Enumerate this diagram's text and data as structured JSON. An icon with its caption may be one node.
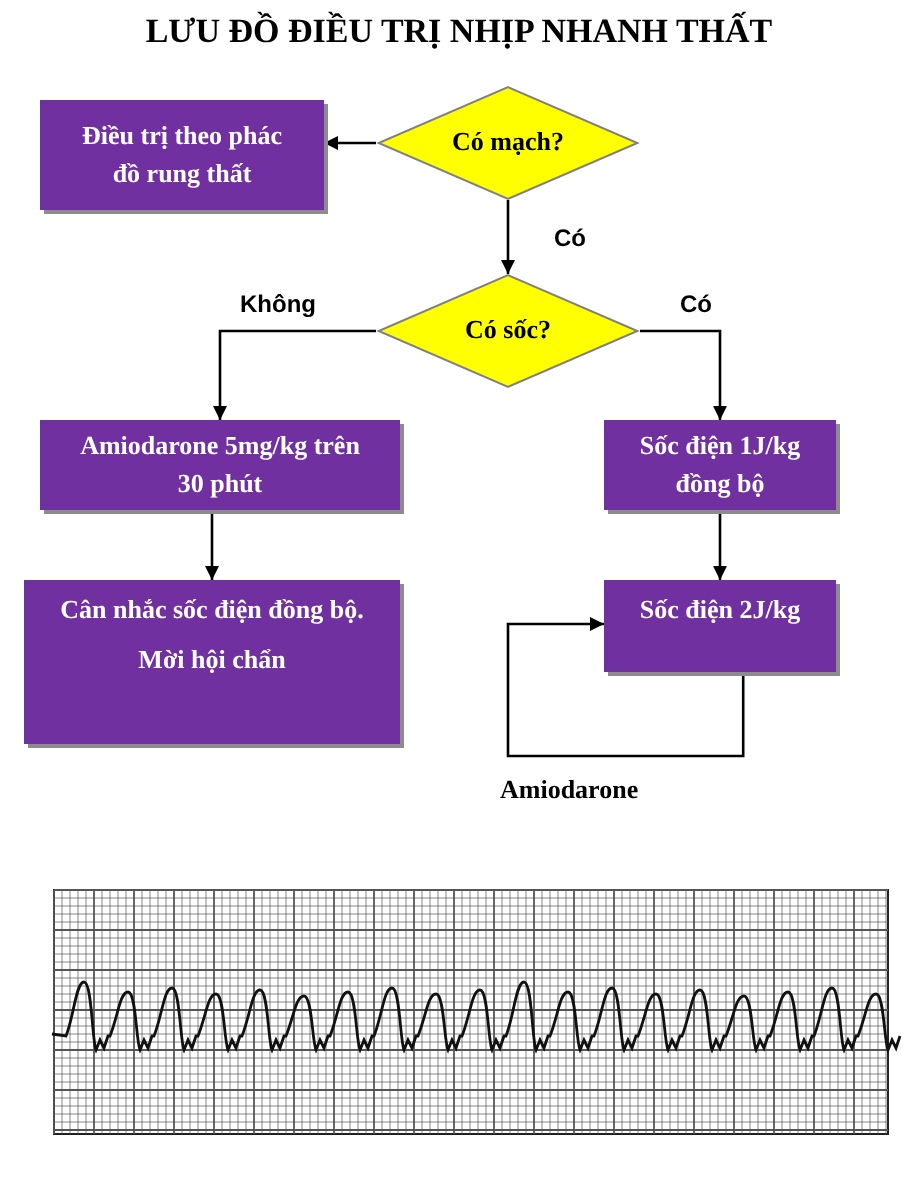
{
  "diagram": {
    "title": "LƯU ĐỒ ĐIỀU TRỊ NHỊP NHANH THẤT",
    "nodes": [
      {
        "text": [
          "Có mạch?"
        ]
      },
      {
        "text": [
          "Điều trị theo phác đồ rung thất"
        ]
      },
      {
        "text": [
          "Có sốc?"
        ]
      },
      {
        "text": [
          "Amiodarone 5mg/kg trên 30 phút"
        ]
      },
      {
        "text": [
          "Cân nhắc sốc điện đồng bộ.",
          "Mời hội chẩn"
        ]
      },
      {
        "text": [
          "Sốc điện 1J/kg đồng bộ"
        ]
      },
      {
        "text": [
          "Sốc điện 2J/kg"
        ]
      }
    ],
    "edges": [
      {
        "from": 0,
        "to": 1,
        "arrow": "to"
      },
      {
        "from": 0,
        "to": 2,
        "arrow": "to",
        "label": "Có"
      },
      {
        "from": 2,
        "to": 3,
        "arrow": "to",
        "label": "Không"
      },
      {
        "from": 2,
        "to": 5,
        "arrow": "to",
        "label": "Có"
      },
      {
        "from": 3,
        "to": 4,
        "arrow": "to"
      },
      {
        "from": 5,
        "to": 6,
        "arrow": "to"
      },
      {
        "from": 6,
        "to": 6,
        "arrow": "to",
        "label": "Amiodarone"
      }
    ]
  }
}
